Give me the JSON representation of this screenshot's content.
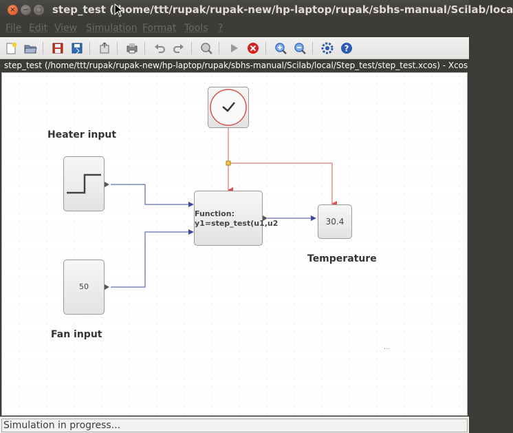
{
  "window": {
    "title": "step_test (/home/ttt/rupak/rupak-new/hp-laptop/rupak/sbhs-manual/Scilab/loca",
    "controls": {
      "close": "×",
      "minimize": "−",
      "maximize": "□"
    }
  },
  "menu": {
    "items": [
      "File",
      "Edit",
      "View",
      "Simulation",
      "Format",
      "Tools",
      "?"
    ]
  },
  "toolbar": {
    "icons": [
      "new-diagram-icon",
      "open-icon",
      "save-icon",
      "save-as-icon",
      "export-icon",
      "print-icon",
      "undo-icon",
      "redo-icon",
      "fit-diagram-icon",
      "start-icon",
      "stop-icon",
      "zoom-in-icon",
      "zoom-out-icon",
      "settings-icon",
      "help-icon"
    ],
    "colors": {
      "stop": "#d32020",
      "zoom": "#3a6fc4",
      "help": "#2a5db0"
    }
  },
  "path_bar": "step_test (/home/ttt/rupak/rupak-new/hp-laptop/rupak/sbhs-manual/Scilab/local/Step_test/step_test.xcos) - Xcos",
  "diagram": {
    "labels": {
      "heater_input": "Heater input",
      "fan_input": "Fan input",
      "temperature": "Temperature"
    },
    "fan_block_value": "50",
    "function_block_line1": "Function:",
    "function_block_line2": "y1=step_test(u1,u2",
    "display_value": "30.4",
    "ellipsis": "...",
    "colors": {
      "data_link": "#3f4a9e",
      "event_link": "#e05050",
      "clock_ring": "#e05050",
      "split_point": "#f5c542"
    }
  },
  "status": "Simulation in progress..."
}
